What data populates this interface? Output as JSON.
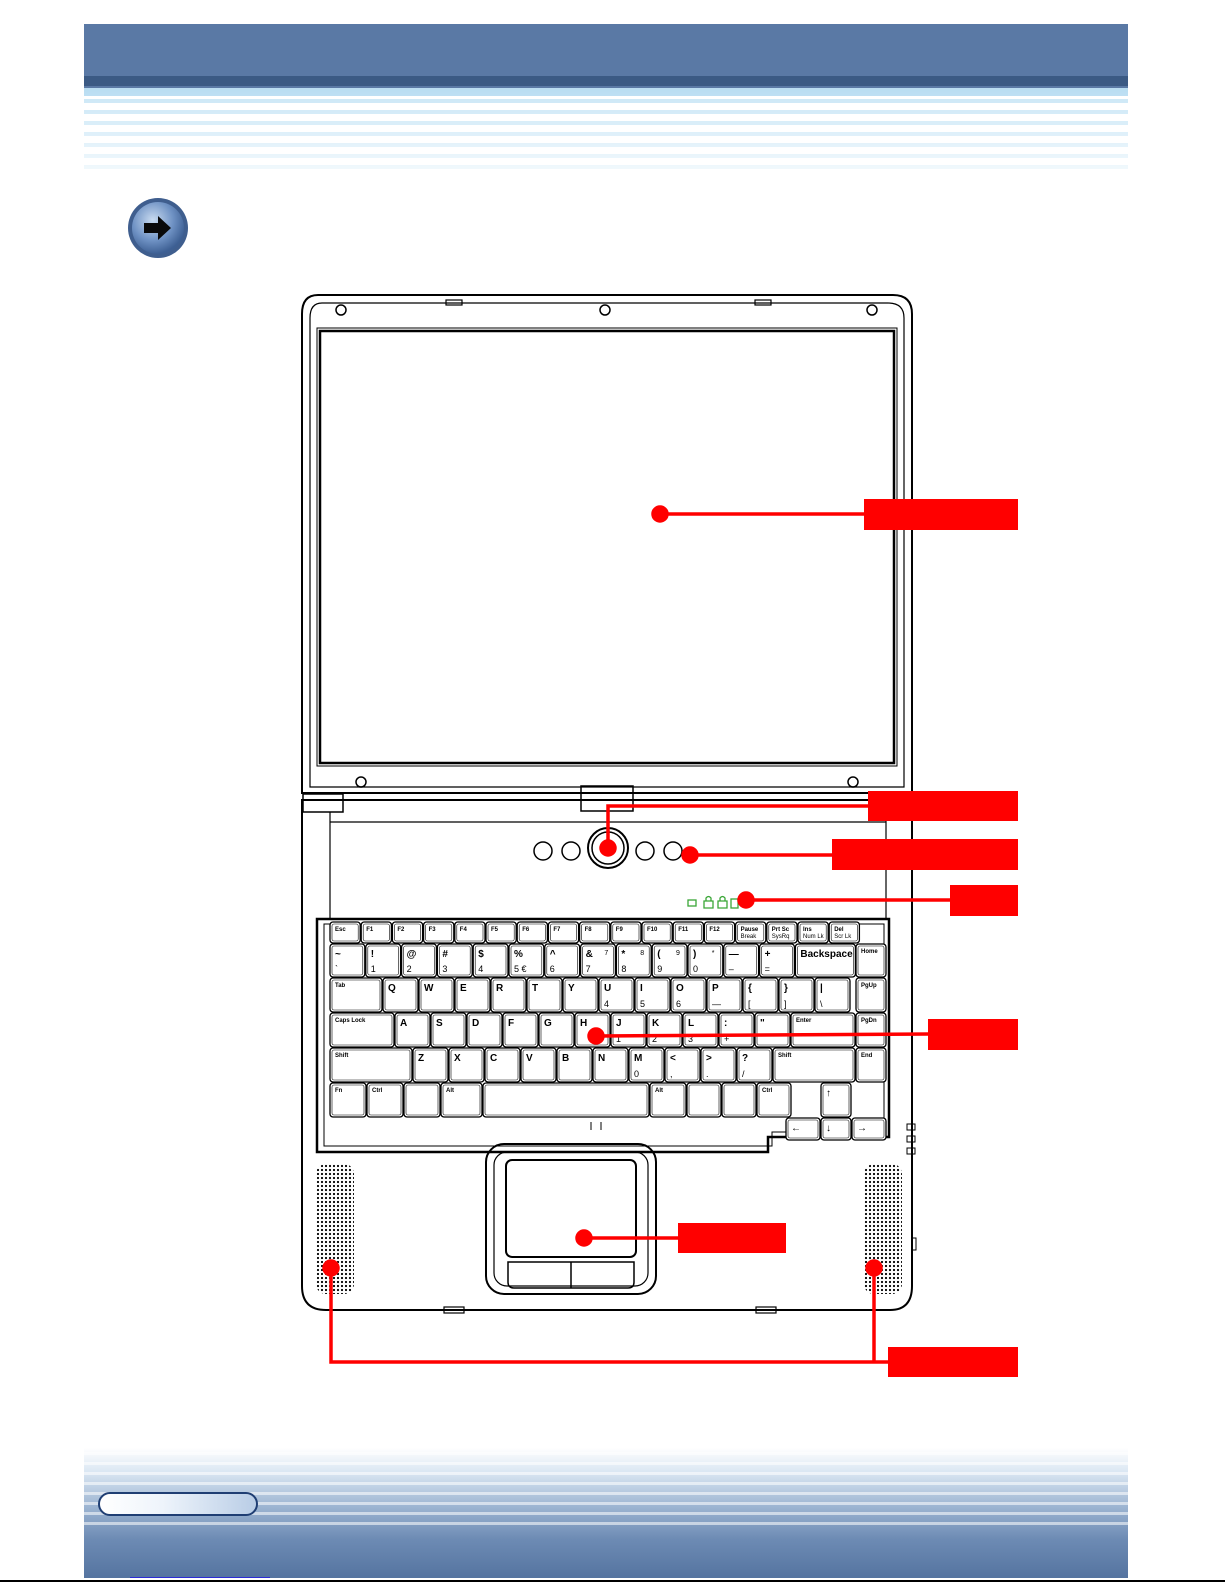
{
  "page": {
    "icon": "right-arrow-icon",
    "colors": {
      "header": "#5a79a5",
      "header_dark": "#3b5a84",
      "callout": "#ff0000",
      "indicator": "#3aa637"
    }
  },
  "figure": {
    "keyboard": {
      "row_function": [
        "Esc",
        "F1",
        "F2",
        "F3",
        "F4",
        "F5",
        "F6",
        "F7",
        "F8",
        "F9",
        "F10",
        "F11",
        "F12",
        "Pause",
        "Prt Sc",
        "Ins",
        "Del"
      ],
      "row_function_sub": [
        "",
        "",
        "",
        "",
        "",
        "",
        "",
        "",
        "",
        "",
        "",
        "",
        "",
        "Break",
        "SysRq",
        "Num Lk",
        "Scr Lk"
      ],
      "row_number_top": [
        "~",
        "!",
        "@",
        "#",
        "$",
        "%",
        "^",
        "&",
        "*",
        "(",
        ")",
        "—",
        "+"
      ],
      "row_number_bottom": [
        "`",
        "1",
        "2",
        "3",
        "4",
        "5 €",
        "6",
        "7",
        "8",
        "9",
        "0",
        "–",
        "="
      ],
      "row_number_numpad": [
        "",
        "",
        "",
        "",
        "",
        "",
        "",
        "7",
        "8",
        "9",
        "*",
        "",
        ""
      ],
      "backspace": "Backspace",
      "home": "Home",
      "row_qwerty": [
        "Q",
        "W",
        "E",
        "R",
        "T",
        "Y",
        "U",
        "I",
        "O",
        "P",
        "{",
        "}",
        "|"
      ],
      "row_qwerty_numpad": [
        "",
        "",
        "",
        "",
        "",
        "",
        "4",
        "5",
        "6",
        "—",
        "[",
        "]",
        "\\"
      ],
      "tab": "Tab",
      "pgup": "PgUp",
      "row_home": [
        "A",
        "S",
        "D",
        "F",
        "G",
        "H",
        "J",
        "K",
        "L",
        ":",
        "\""
      ],
      "row_home_numpad": [
        "",
        "",
        "",
        "",
        "",
        "",
        "1",
        "2",
        "3",
        "+",
        ""
      ],
      "caps": "Caps Lock",
      "enter": "Enter",
      "pgdn": "PgDn",
      "row_shift": [
        "Z",
        "X",
        "C",
        "V",
        "B",
        "N",
        "M",
        "<",
        ">",
        "?"
      ],
      "row_shift_numpad": [
        "",
        "",
        "",
        "",
        "",
        "",
        "0",
        ",",
        ".",
        "/"
      ],
      "shift_left": "Shift",
      "shift_right": "Shift",
      "end": "End",
      "fn": "Fn",
      "ctrl_left": "Ctrl",
      "alt_left": "Alt",
      "alt_right": "Alt",
      "ctrl_right": "Ctrl",
      "arrow_up": "↑",
      "arrow_left": "←",
      "arrow_down": "↓",
      "arrow_right": "→"
    }
  }
}
